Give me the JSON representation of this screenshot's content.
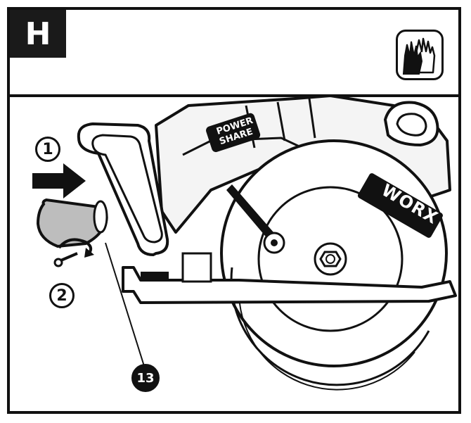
{
  "step": {
    "letter": "H"
  },
  "callouts": {
    "one": "1",
    "two": "2",
    "part": "13"
  },
  "saw": {
    "brand": "WORX",
    "motor_label_line1": "POWER",
    "motor_label_line2": "SHARE"
  },
  "icons": {
    "safety": "protective-gloves-icon",
    "direction": "arrow-right-icon"
  },
  "colors": {
    "ink": "#111111",
    "paper": "#ffffff",
    "shade": "#bdbdbd"
  }
}
